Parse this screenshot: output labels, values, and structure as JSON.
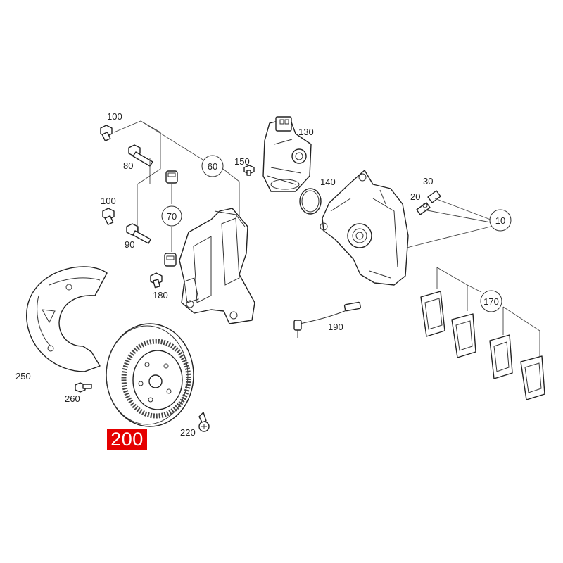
{
  "labels": {
    "p100a": "100",
    "p80": "80",
    "p100b": "100",
    "p90": "90",
    "p70": "70",
    "p60": "60",
    "p180": "180",
    "p130": "130",
    "p150": "150",
    "p140": "140",
    "p30": "30",
    "p20": "20",
    "p10": "10",
    "p190": "190",
    "p170": "170",
    "p250": "250",
    "p260": "260",
    "p220": "220"
  },
  "highlight": {
    "label": "200",
    "color": "#e50000"
  }
}
